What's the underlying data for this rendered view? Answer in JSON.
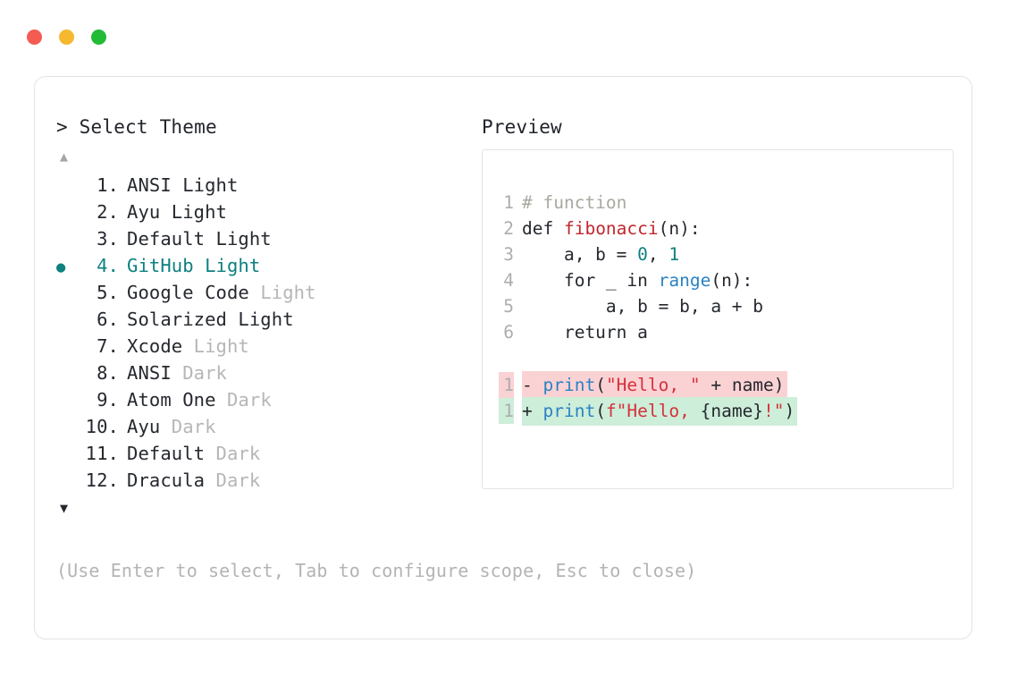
{
  "window": {
    "dots": [
      {
        "name": "close-dot",
        "color": "#f45b52"
      },
      {
        "name": "minimize-dot",
        "color": "#f5b82e"
      },
      {
        "name": "maximize-dot",
        "color": "#21bb36"
      }
    ]
  },
  "theme_selector": {
    "prompt": "> Select Theme",
    "scroll_up": "▲",
    "scroll_down": "▼",
    "selected_index": 4,
    "bullet": "●",
    "items": [
      {
        "index": "1.",
        "name": "ANSI Light",
        "variant": "",
        "selected": false
      },
      {
        "index": "2.",
        "name": "Ayu Light",
        "variant": "",
        "selected": false
      },
      {
        "index": "3.",
        "name": "Default Light",
        "variant": "",
        "selected": false
      },
      {
        "index": "4.",
        "name": "GitHub Light",
        "variant": "",
        "selected": true
      },
      {
        "index": "5.",
        "name": "Google Code",
        "variant": " Light",
        "selected": false
      },
      {
        "index": "6.",
        "name": "Solarized Light",
        "variant": "",
        "selected": false
      },
      {
        "index": "7.",
        "name": "Xcode",
        "variant": " Light",
        "selected": false
      },
      {
        "index": "8.",
        "name": "ANSI",
        "variant": " Dark",
        "selected": false
      },
      {
        "index": "9.",
        "name": "Atom One",
        "variant": " Dark",
        "selected": false
      },
      {
        "index": "10.",
        "name": "Ayu",
        "variant": " Dark",
        "selected": false
      },
      {
        "index": "11.",
        "name": "Default",
        "variant": " Dark",
        "selected": false
      },
      {
        "index": "12.",
        "name": "Dracula",
        "variant": " Dark",
        "selected": false
      }
    ]
  },
  "preview": {
    "title": "Preview",
    "code_lines": [
      {
        "number": "1",
        "tokens": [
          {
            "t": "# function",
            "c": "tok-comment"
          }
        ]
      },
      {
        "number": "2",
        "tokens": [
          {
            "t": "def ",
            "c": "tok-keyword"
          },
          {
            "t": "fibonacci",
            "c": "tok-func"
          },
          {
            "t": "(n):",
            "c": "tok-plain"
          }
        ]
      },
      {
        "number": "3",
        "tokens": [
          {
            "t": "    a, b = ",
            "c": "tok-plain"
          },
          {
            "t": "0",
            "c": "tok-number"
          },
          {
            "t": ", ",
            "c": "tok-plain"
          },
          {
            "t": "1",
            "c": "tok-number"
          }
        ]
      },
      {
        "number": "4",
        "tokens": [
          {
            "t": "    for _ in ",
            "c": "tok-plain"
          },
          {
            "t": "range",
            "c": "tok-builtin"
          },
          {
            "t": "(n):",
            "c": "tok-plain"
          }
        ]
      },
      {
        "number": "5",
        "tokens": [
          {
            "t": "        a, b = b, a + b",
            "c": "tok-plain"
          }
        ]
      },
      {
        "number": "6",
        "tokens": [
          {
            "t": "    return a",
            "c": "tok-plain"
          }
        ]
      }
    ],
    "diff_lines": [
      {
        "number": "1",
        "marker": "-",
        "kind": "removed",
        "tokens": [
          {
            "t": "print",
            "c": "tok-builtin"
          },
          {
            "t": "(",
            "c": "tok-plain"
          },
          {
            "t": "\"Hello, \"",
            "c": "tok-string"
          },
          {
            "t": " + name)",
            "c": "tok-plain"
          }
        ]
      },
      {
        "number": "1",
        "marker": "+",
        "kind": "added",
        "tokens": [
          {
            "t": "print",
            "c": "tok-builtin"
          },
          {
            "t": "(",
            "c": "tok-plain"
          },
          {
            "t": "f\"Hello, ",
            "c": "tok-string"
          },
          {
            "t": "{name}",
            "c": "tok-plain"
          },
          {
            "t": "!\"",
            "c": "tok-string"
          },
          {
            "t": ")",
            "c": "tok-plain"
          }
        ]
      }
    ]
  },
  "footer": {
    "hint": "(Use Enter to select, Tab to configure scope, Esc to close)"
  }
}
